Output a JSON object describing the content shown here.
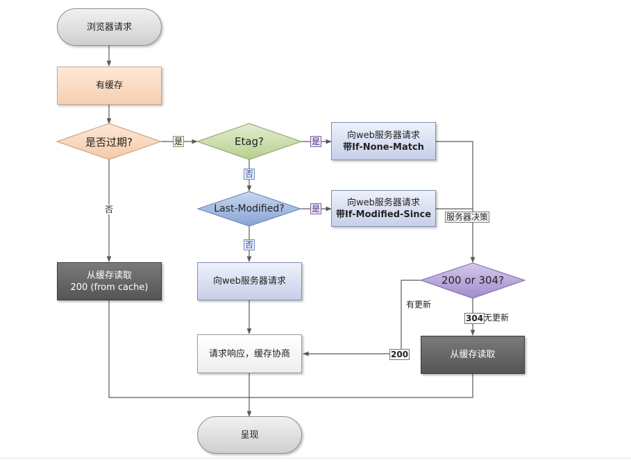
{
  "nodes": {
    "browser_request": "浏览器请求",
    "has_cache": "有缓存",
    "expired_question": "是否过期?",
    "etag_question": "Etag?",
    "request_if_none_match_line1": "向web服务器请求",
    "request_if_none_match_line2": "带If-None-Match",
    "last_modified_question": "Last-Modified?",
    "request_if_modified_since_line1": "向web服务器请求",
    "request_if_modified_since_line2": "带If-Modified-Since",
    "read_from_cache_line1": "从缓存读取",
    "read_from_cache_line2": "200 (from cache)",
    "request_server": "向web服务器请求",
    "status_question": "200 or 304?",
    "response_negotiation": "请求响应，缓存协商",
    "read_from_cache_2": "从缓存读取",
    "render": "呈现"
  },
  "labels": {
    "yes_expired": "是",
    "yes_etag": "是",
    "no_etag": "否",
    "yes_last_modified": "是",
    "no_last_modified": "否",
    "no_expired": "否",
    "server_decides": "服务器决策",
    "updated": "有更新",
    "code_200": "200",
    "code_304": "304",
    "no_update": "无更新"
  },
  "colors": {
    "terminal": "#d9d9d9",
    "peach": "#f8d9c4",
    "decision_green": "#c9dca9",
    "decision_blue": "#9db7de",
    "decision_purple": "#b3a3d3",
    "request_blue": "#d2d9ef",
    "dark_box": "#666666",
    "connector": "#595959"
  }
}
